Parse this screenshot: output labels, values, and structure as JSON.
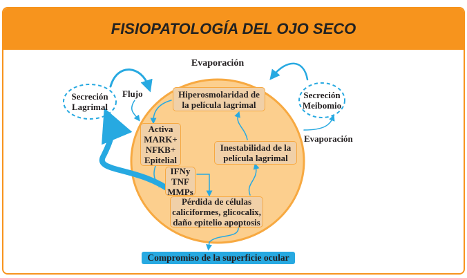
{
  "title": "FISIOPATOLOGÍA DEL OJO SECO",
  "labels": {
    "evaporation_top": "Evaporación",
    "flow": "Flujo",
    "evaporation_right": "Evaporación",
    "lacrimal_secretion": "Secreción\nLagrimal",
    "meibomian_secretion": "Secreción\nMeibomio"
  },
  "boxes": {
    "hyperosmolarity": "Hiperosmolaridad de\nla película lagrimal",
    "activation": "Activa\nMARK+\nNFKB+\nEpitelial",
    "cytokines": "IFNy\nTNF\nMMPs",
    "instability": "Inestabilidad de la\npelícula lagrimal",
    "cell_loss": "Pérdida de células\ncaliciformes, glicocalix,\ndaño epitelio apoptosis",
    "outcome": "Compromiso de la superficie ocular"
  },
  "colors": {
    "accent": "#f7941d",
    "circle": "#fccf8e",
    "arrow": "#27a9e1"
  }
}
